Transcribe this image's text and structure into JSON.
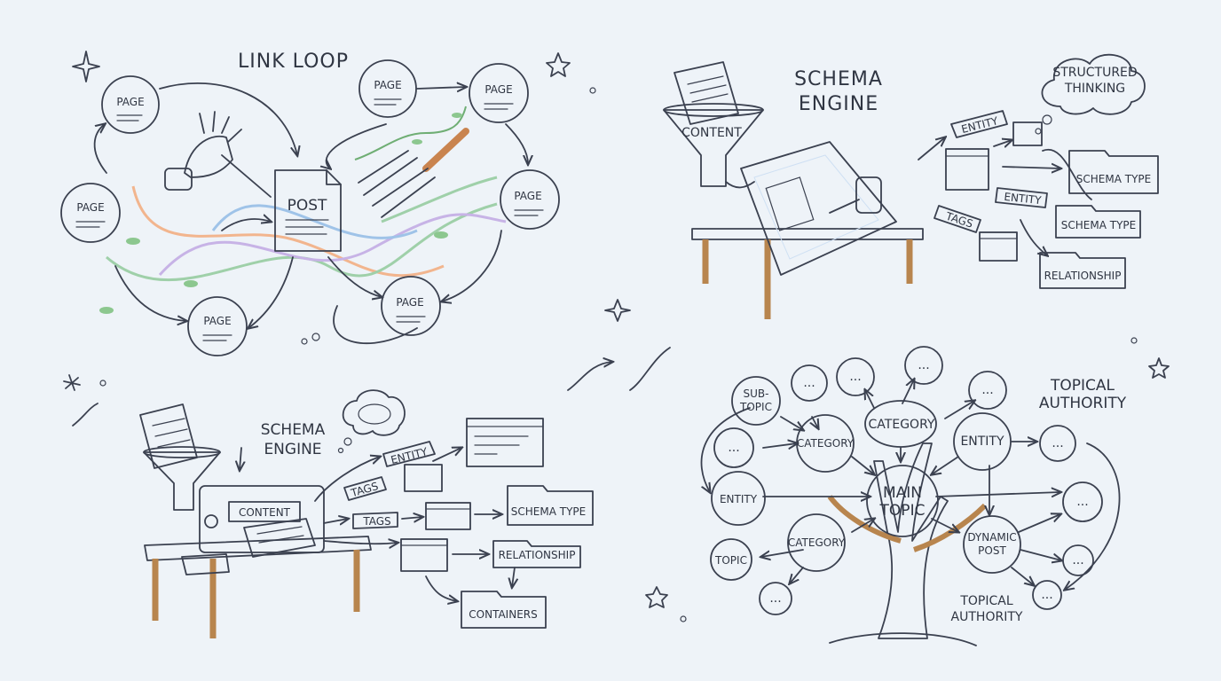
{
  "link_loop": {
    "title": "LINK LOOP",
    "post": "POST",
    "page_label": "PAGE"
  },
  "schema_top": {
    "title_line1": "SCHEMA",
    "title_line2": "ENGINE",
    "content": "CONTENT",
    "thought_line1": "STRUCTURED",
    "thought_line2": "THINKING",
    "entity": "ENTITY",
    "tags": "TAGS",
    "schema_type": "SCHEMA TYPE",
    "relationship": "RELATIONSHIP"
  },
  "schema_bottom": {
    "title_line1": "SCHEMA",
    "title_line2": "ENGINE",
    "content": "CONTENT",
    "entity": "ENTITY",
    "tags": "TAGS",
    "schema_type": "SCHEMA TYPE",
    "relationship": "RELATIONSHIP",
    "containers": "CONTAINERS"
  },
  "topical": {
    "title_line1": "TOPICAL",
    "title_line2": "AUTHORITY",
    "main_line1": "MAIN",
    "main_line2": "TOPIC",
    "category": "CATEGORY",
    "entity": "ENTITY",
    "sub_line1": "SUB-",
    "sub_line2": "TOPIC",
    "topic": "TOPIC",
    "dynamic_line1": "DYNAMIC",
    "dynamic_line2": "POST",
    "ellipsis": "...",
    "trunk_line1": "TOPICAL",
    "trunk_line2": "AUTHORITY"
  },
  "colors": {
    "blue": "#cfe0f3",
    "purple": "#d8cdee",
    "green": "#cfe8d6",
    "orange": "#f6d2b4",
    "yellow": "#f8e6a8",
    "pink": "#f3c9c9",
    "ink": "#3b4150"
  }
}
